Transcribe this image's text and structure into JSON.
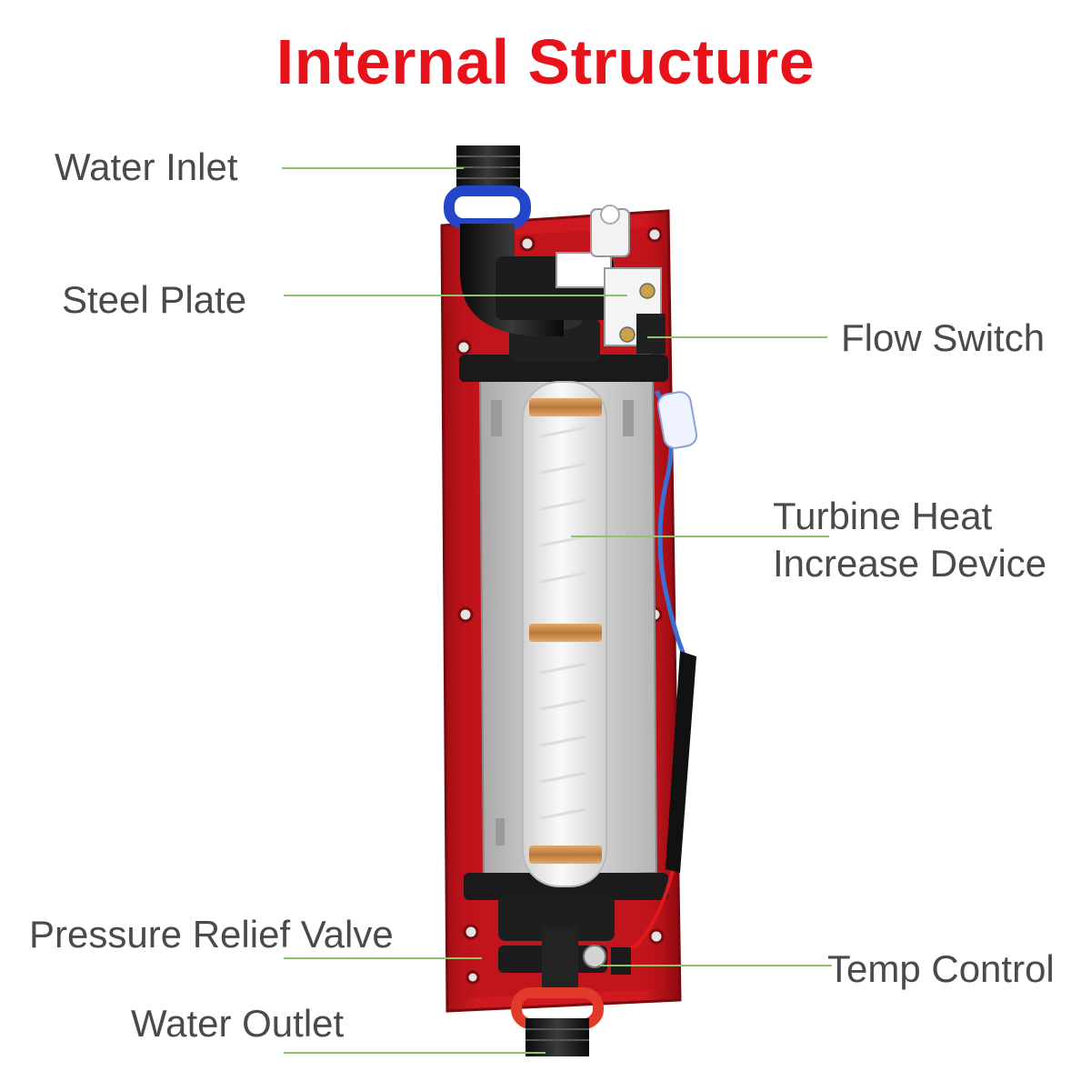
{
  "title": "Internal Structure",
  "labels": {
    "water_inlet": "Water Inlet",
    "steel_plate": "Steel Plate",
    "flow_switch": "Flow Switch",
    "turbine_line1": "Turbine Heat",
    "turbine_line2": "Increase Device",
    "pressure_relief_valve": "Pressure Relief Valve",
    "temp_control": "Temp Control",
    "water_outlet": "Water Outlet"
  },
  "colors": {
    "title": "#e8121a",
    "label_text": "#4a4a4a",
    "leader_line": "#8cc56a",
    "housing": "#c8141c",
    "steel": "#c9c9c9",
    "tube": "#eeeeee",
    "copper": "#c98a4a",
    "pipe": "#1c1c1c",
    "seal_blue": "#2446c8",
    "seal_red": "#e23a2a",
    "wire_blue": "#3b6fd4",
    "wire_red": "#e01a1a"
  }
}
